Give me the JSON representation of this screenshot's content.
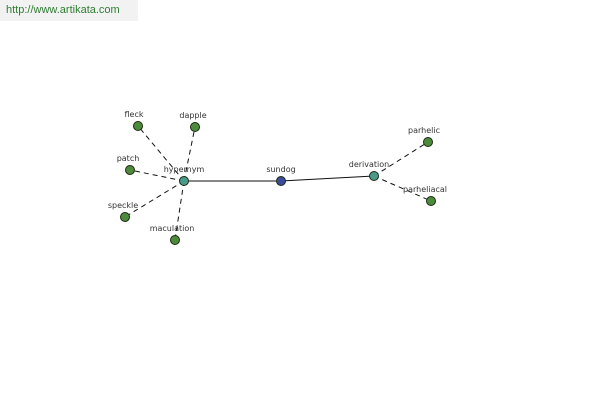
{
  "header": {
    "url": "http://www.artikata.com"
  },
  "colors": {
    "center": "#3b4a9a",
    "hub": "#4a9a8a",
    "leaf": "#4c8a3c",
    "url_text": "#2e7d32"
  },
  "diagram": {
    "center": {
      "id": "sundog",
      "label": "sundog"
    },
    "hubs": [
      {
        "id": "hypernym",
        "label": "hypernym"
      },
      {
        "id": "derivation",
        "label": "derivation"
      }
    ],
    "leaves": [
      {
        "id": "fleck",
        "label": "fleck",
        "hub": "hypernym"
      },
      {
        "id": "dapple",
        "label": "dapple",
        "hub": "hypernym"
      },
      {
        "id": "patch",
        "label": "patch",
        "hub": "hypernym"
      },
      {
        "id": "speckle",
        "label": "speckle",
        "hub": "hypernym"
      },
      {
        "id": "maculation",
        "label": "maculation",
        "hub": "hypernym"
      },
      {
        "id": "parhelic",
        "label": "parhelic",
        "hub": "derivation"
      },
      {
        "id": "parheliacal",
        "label": "parheliacal",
        "hub": "derivation"
      }
    ]
  }
}
